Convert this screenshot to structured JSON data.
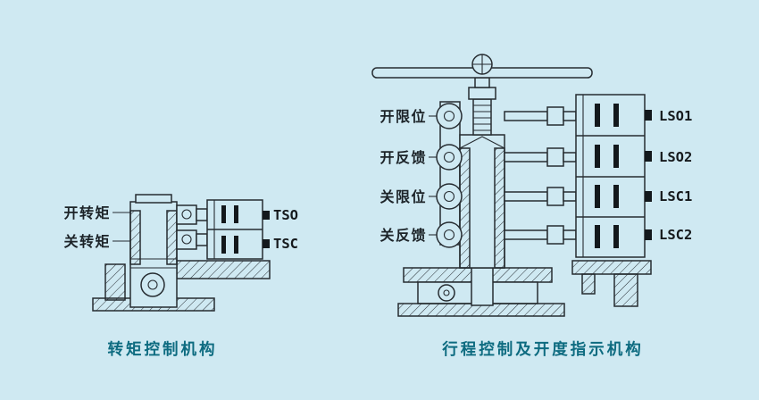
{
  "page": {
    "background": "#cfe9f2",
    "line_color": "#262c31",
    "caption_color": "#0d6b80"
  },
  "torque_mechanism": {
    "rows": [
      {
        "label": "开转矩",
        "switch": "TSO"
      },
      {
        "label": "关转矩",
        "switch": "TSC"
      }
    ],
    "caption": "转矩控制机构"
  },
  "travel_mechanism": {
    "rows": [
      {
        "label": "开限位",
        "switch": "LSO1"
      },
      {
        "label": "开反馈",
        "switch": "LSO2"
      },
      {
        "label": "关限位",
        "switch": "LSC1"
      },
      {
        "label": "关反馈",
        "switch": "LSC2"
      }
    ],
    "caption": "行程控制及开度指示机构"
  }
}
